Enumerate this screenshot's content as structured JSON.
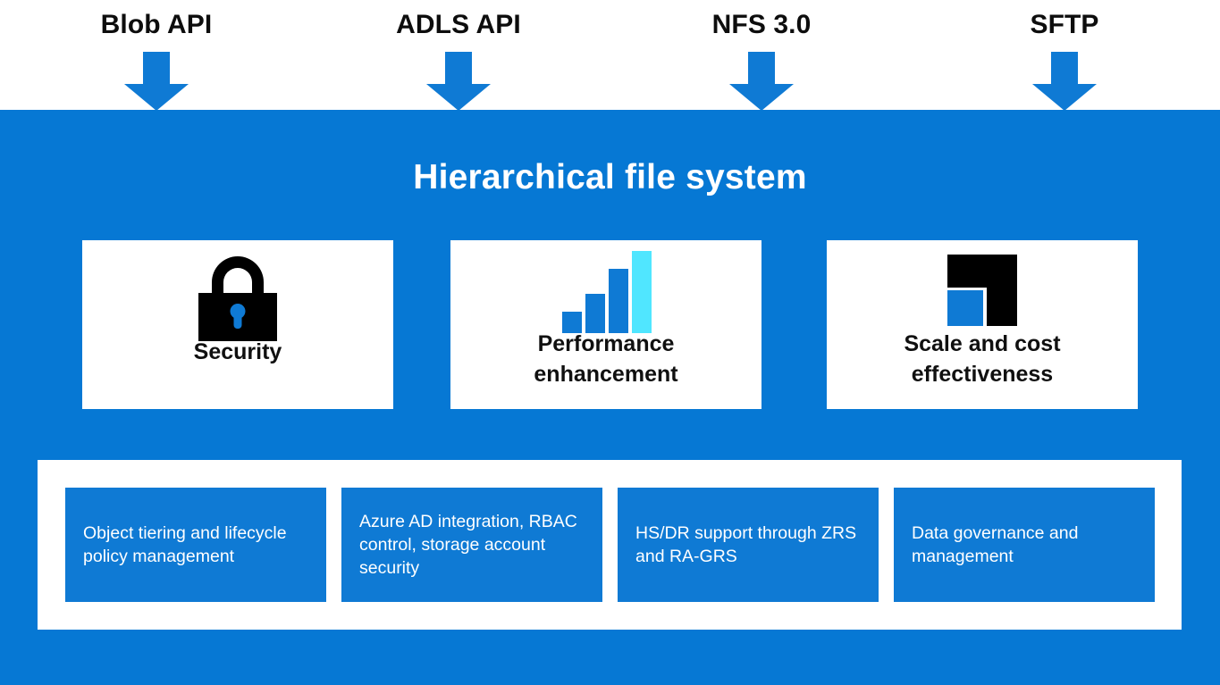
{
  "diagram": {
    "title": "Hierarchical file system",
    "accent_blue": "#0678d4",
    "tile_blue": "#0f7ad4",
    "cyan": "#50e6ff",
    "black": "#000000",
    "white": "#ffffff"
  },
  "apis": [
    {
      "label": "Blob API",
      "arrow": "down-arrow-icon"
    },
    {
      "label": "ADLS API",
      "arrow": "down-arrow-icon"
    },
    {
      "label": "NFS 3.0",
      "arrow": "down-arrow-icon"
    },
    {
      "label": "SFTP",
      "arrow": "down-arrow-icon"
    }
  ],
  "cards": [
    {
      "label": "Security",
      "icon": "padlock-icon",
      "icon_colors": {
        "body": "#000000",
        "keyhole": "#0f7ad4"
      }
    },
    {
      "label": "Performance\nenhancement",
      "label_line1": "Performance",
      "label_line2": "enhancement",
      "icon": "bar-chart-icon",
      "bars": [
        {
          "value": 24,
          "color": "#0f7ad4"
        },
        {
          "value": 44,
          "color": "#0f7ad4"
        },
        {
          "value": 72,
          "color": "#0f7ad4"
        },
        {
          "value": 92,
          "color": "#50e6ff"
        }
      ]
    },
    {
      "label": "Scale and cost\neffectiveness",
      "label_line1": "Scale and cost",
      "label_line2": "effectiveness",
      "icon": "scale-blocks-icon",
      "icon_colors": {
        "blocks": "#000000",
        "square": "#0f7ad4"
      }
    }
  ],
  "capabilities": [
    {
      "text": "Object tiering and lifecycle policy management"
    },
    {
      "text": "Azure AD integration, RBAC control, storage account security"
    },
    {
      "text": "HS/DR support through ZRS and RA-GRS"
    },
    {
      "text": "Data governance and management"
    }
  ]
}
